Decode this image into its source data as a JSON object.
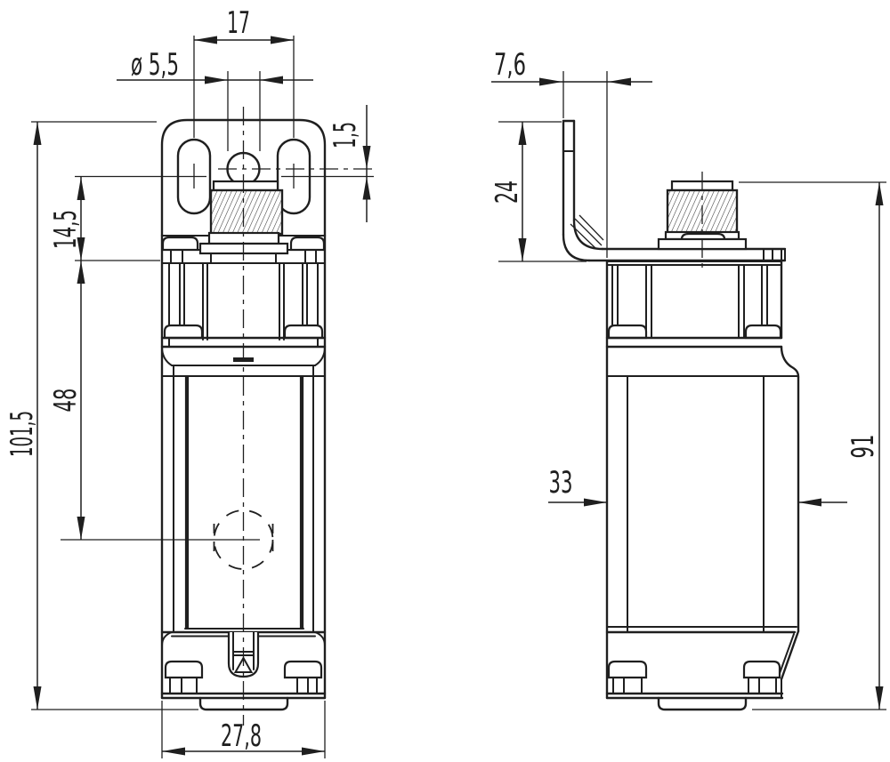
{
  "page": {
    "background": "#ffffff",
    "line_color": "#1f1f1f"
  },
  "drawing": {
    "type": "technical-dimension-drawing",
    "views": [
      "front",
      "side"
    ],
    "front_view": {
      "dims": {
        "slot_spacing": "17",
        "hole_diameter": "ø 5,5",
        "center_offset": "1,5",
        "mount_to_slot_center": "14,5",
        "total_height": "101,5",
        "mount_to_actuator_center": "48",
        "body_width": "27,8"
      }
    },
    "side_view": {
      "dims": {
        "bracket_offset": "7,6",
        "bracket_leg_length": "24",
        "body_depth": "33",
        "connector_to_bottom_height": "91"
      }
    }
  }
}
